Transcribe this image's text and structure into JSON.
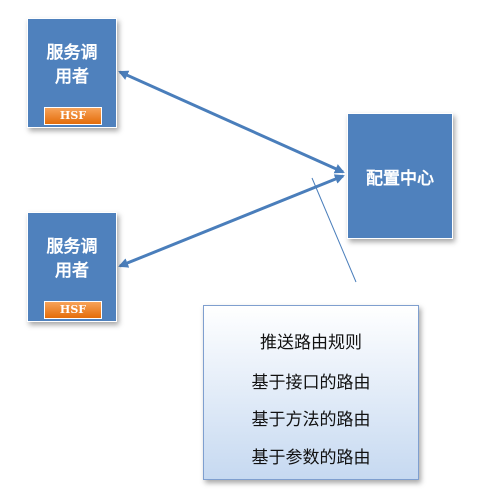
{
  "consumers": [
    {
      "label": "服务调\n用者",
      "tag": "HSF"
    },
    {
      "label": "服务调\n用者",
      "tag": "HSF"
    }
  ],
  "config_center": {
    "label": "配置中心"
  },
  "routing_rules": {
    "lines": [
      "推送路由规则",
      "基于接口的路由",
      "基于方法的路由",
      "基于参数的路由"
    ]
  },
  "colors": {
    "node_fill": "#4f81bd",
    "connector": "#4a7ebb",
    "tag_fill": "#e46c0a",
    "callout_fill": "#c6d9f1"
  }
}
